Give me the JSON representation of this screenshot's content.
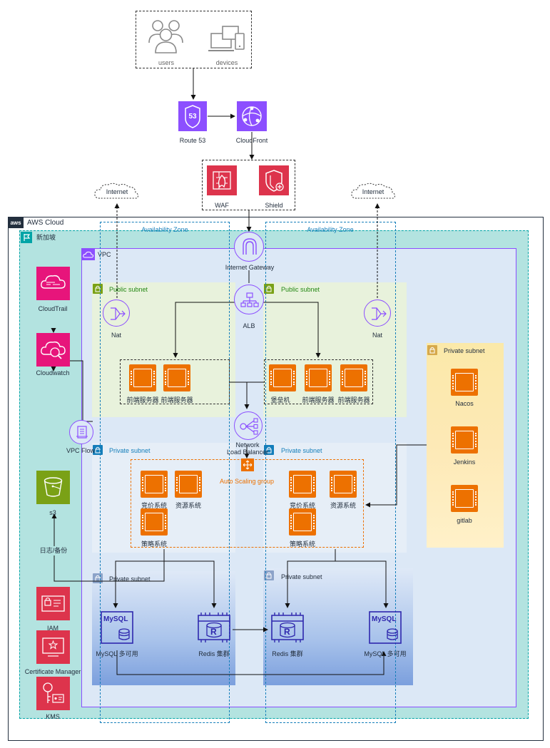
{
  "top": {
    "users_label": "users",
    "devices_label": "devices"
  },
  "edge": {
    "route53_label": "Route 53",
    "route53_badge": "53",
    "cloudfront_label": "CloudFront",
    "waf_label": "WAF",
    "shield_label": "Shield"
  },
  "internet": {
    "left_label": "Internet",
    "right_label": "Internet"
  },
  "cloud": {
    "title": "AWS Cloud",
    "aws_logo_text": "aws",
    "region": "新加坡",
    "vpc": "VPC",
    "az_left": "Availability Zone",
    "az_right": "Availability Zone"
  },
  "network": {
    "igw": "Internet Gateway",
    "alb": "ALB",
    "nlb_line1": "Network",
    "nlb_line2": "Load Balancer",
    "nat_left": "Nat",
    "nat_right": "Nat"
  },
  "subnets": {
    "public_left": "Public subnet",
    "public_right": "Public subnet",
    "private_mid_left": "Private subnet",
    "private_mid_right": "Private subnet",
    "private_db_left": "Private subnet",
    "private_db_right": "Private subnet",
    "private_tools": "Private subnet"
  },
  "public_left_servers": [
    "前端服务器",
    "前端服务器"
  ],
  "public_right_servers": [
    "堡垒机",
    "前端服务器",
    "前端服务器"
  ],
  "asg": {
    "label": "Auto Scaling group"
  },
  "app_left": {
    "bid": "竞价系统",
    "res": "资源系统",
    "strategy": "策略系统"
  },
  "app_right": {
    "bid": "竞价系统",
    "res": "资源系统",
    "strategy": "策略系统"
  },
  "tools": {
    "nacos": "Nacos",
    "jenkins": "Jenkins",
    "gitlab": "gitlab"
  },
  "left_services": {
    "cloudtrail": "CloudTrail",
    "cloudwatch": "Cloudwatch",
    "vpcflow": "VPC Flow",
    "s3": "s3",
    "log_backup": "日志/备份",
    "iam": "IAM",
    "certmgr": "Certificate Manager",
    "kms": "KMS"
  },
  "db": {
    "mysql_left": "MySQL 多可用",
    "redis_left": "Redis 集群",
    "redis_right": "Redis 集群",
    "mysql_right": "MySQL 多可用",
    "mysql_logo": "MySQL",
    "redis_logo": "R"
  },
  "colors": {
    "compute": "#ed7100",
    "security": "#dd344c",
    "network": "#8c4fff",
    "management": "#e7157b",
    "storage": "#7aa116",
    "region_bg": "#b3e3e0",
    "vpc_bg": "#dce8f6",
    "public_bg": "#e8f2dc",
    "tools_bg": "#fbe9a9"
  }
}
